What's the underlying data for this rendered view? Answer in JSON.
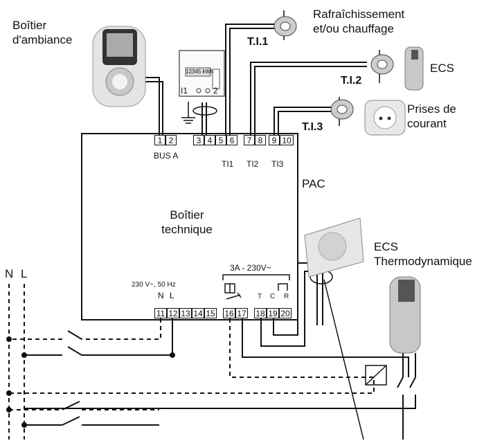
{
  "labels": {
    "ambient_box": "Boîtier\nd'ambiance",
    "cooling_heating": "Rafraîchissement\net/ou chauffage",
    "ti1": "T.I.1",
    "ti2": "T.I.2",
    "ti3": "T.I.3",
    "ecs": "ECS",
    "outlets": "Prises de\ncourant",
    "pac": "PAC",
    "technical_box": "Boîtier\ntechnique",
    "ecs_thermo": "ECS\nThermodynamique",
    "bus_a": "BUS A",
    "ti1_small": "TI1",
    "ti2_small": "TI2",
    "ti3_small": "TI3",
    "supply": "230 V~, 50 Hz",
    "rating": "3A - 230V~",
    "n_label": "N",
    "l_label": "L",
    "n_main": "N",
    "l_main": "L",
    "t_label": "T",
    "c_label": "C",
    "r_label": "R",
    "meter_i1": "I1",
    "meter_i2": "2",
    "meter_display": "12345 kWh"
  },
  "terminals_top": [
    "1",
    "2",
    "3",
    "4",
    "5",
    "6",
    "7",
    "8",
    "9",
    "10"
  ],
  "terminals_bottom": [
    "11",
    "12",
    "13",
    "14",
    "15",
    "16",
    "17",
    "18",
    "19",
    "20"
  ],
  "icons": [
    "thermostat-icon",
    "energy-meter-icon",
    "current-transformer-icon",
    "water-heater-icon",
    "power-outlet-icon",
    "outdoor-unit-icon",
    "relay-icon",
    "switch-icon",
    "ground-icon"
  ]
}
